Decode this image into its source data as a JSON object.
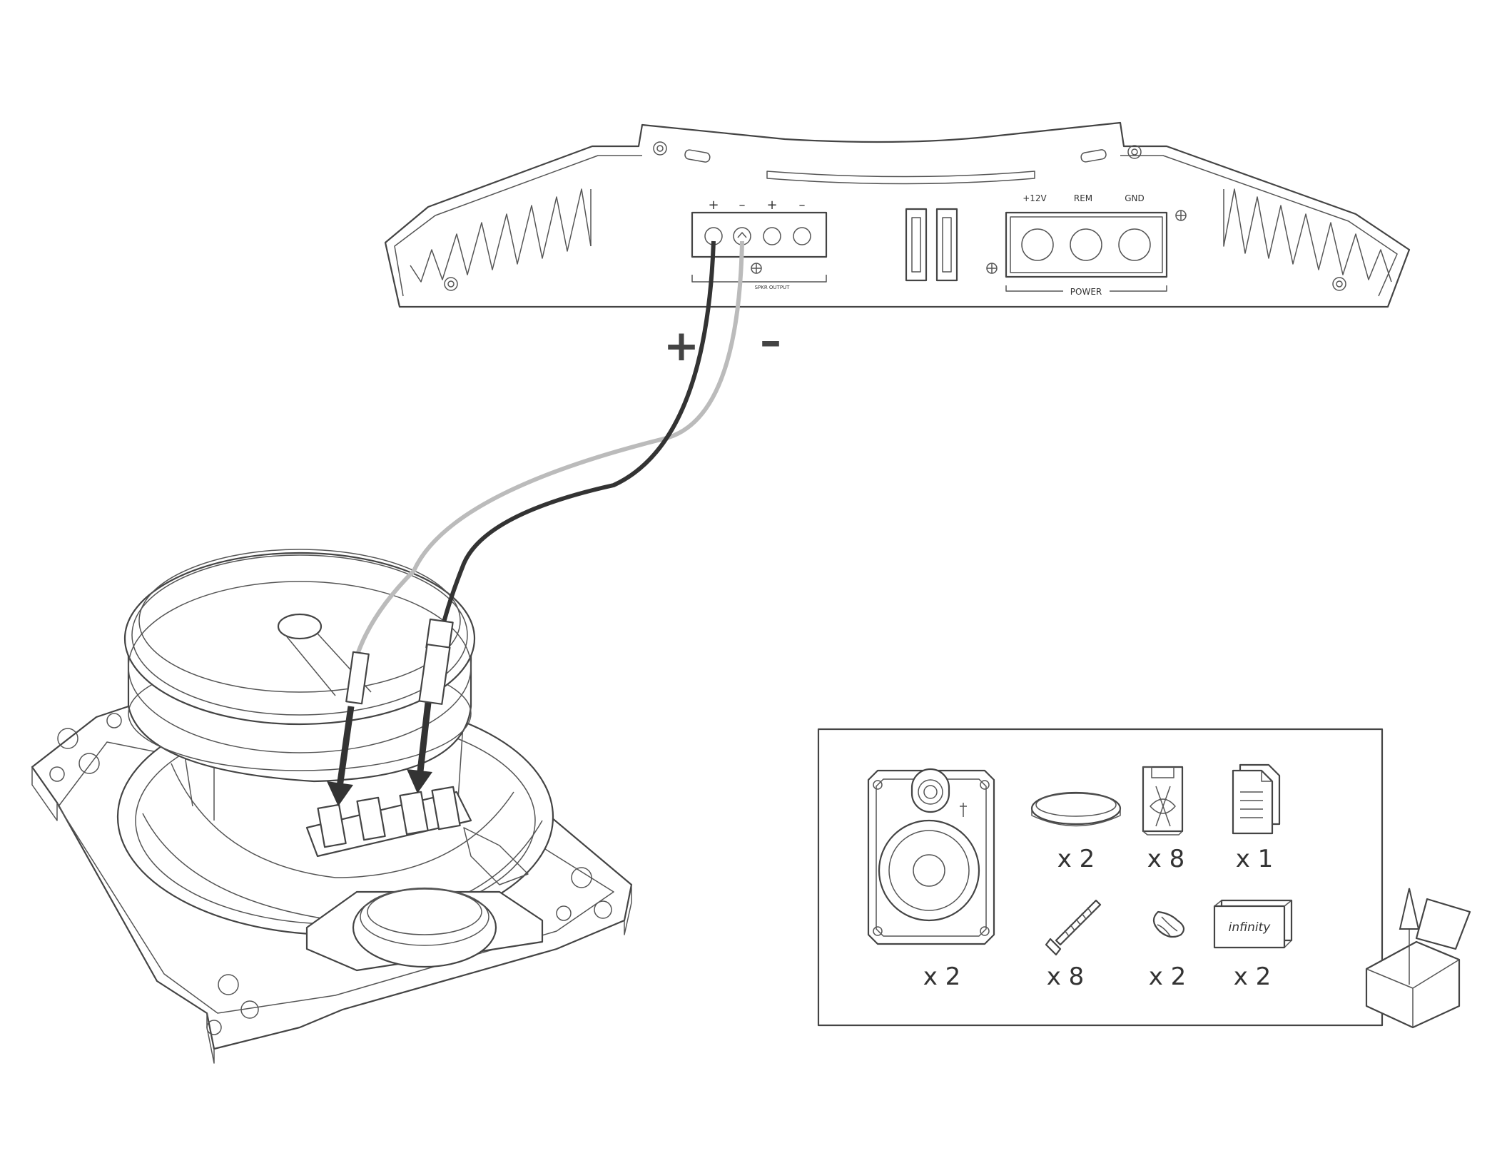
{
  "amplifier": {
    "speaker_terminal_signs": [
      "+",
      "–",
      "+",
      "–"
    ],
    "speaker_output_label": "SPKR OUTPUT",
    "power_terminal_labels": [
      "+12V",
      "REM",
      "GND"
    ],
    "power_label": "POWER"
  },
  "wire_polarity": {
    "positive": "+",
    "negative": "–"
  },
  "contents": {
    "items": [
      {
        "name": "coaxial speaker with grille frame",
        "icon": "speaker-frame-icon",
        "qty": "x 2"
      },
      {
        "name": "ring",
        "icon": "ring-icon",
        "qty": "x 2"
      },
      {
        "name": "clip",
        "icon": "clip-icon",
        "qty": "x 8"
      },
      {
        "name": "manual",
        "icon": "document-icon",
        "qty": "x 1"
      },
      {
        "name": "screw",
        "icon": "screw-icon",
        "qty": "x 8"
      },
      {
        "name": "wire connector",
        "icon": "connector-icon",
        "qty": "x 2"
      },
      {
        "name": "badge",
        "icon": "badge-icon",
        "qty": "x 2",
        "logo_text": "infinity"
      }
    ]
  },
  "colors": {
    "line": "#444444",
    "positive_wire": "#333333",
    "negative_wire": "#bbbbbb",
    "background": "#ffffff"
  }
}
